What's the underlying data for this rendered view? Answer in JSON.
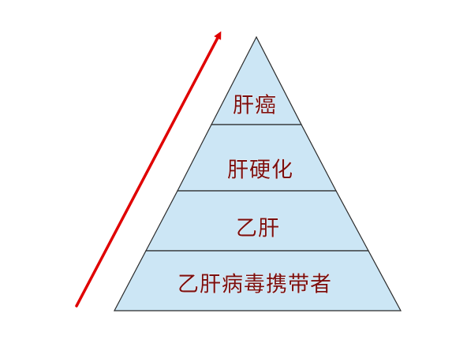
{
  "diagram": {
    "type": "pyramid",
    "levels": [
      {
        "label": "肝癌"
      },
      {
        "label": "肝硬化"
      },
      {
        "label": "乙肝"
      },
      {
        "label": "乙肝病毒携带者"
      }
    ],
    "colors": {
      "fill": "#cce6f5",
      "outline": "#2a2a2a",
      "label": "#7a0e0e",
      "arrow": "#e00000"
    }
  }
}
